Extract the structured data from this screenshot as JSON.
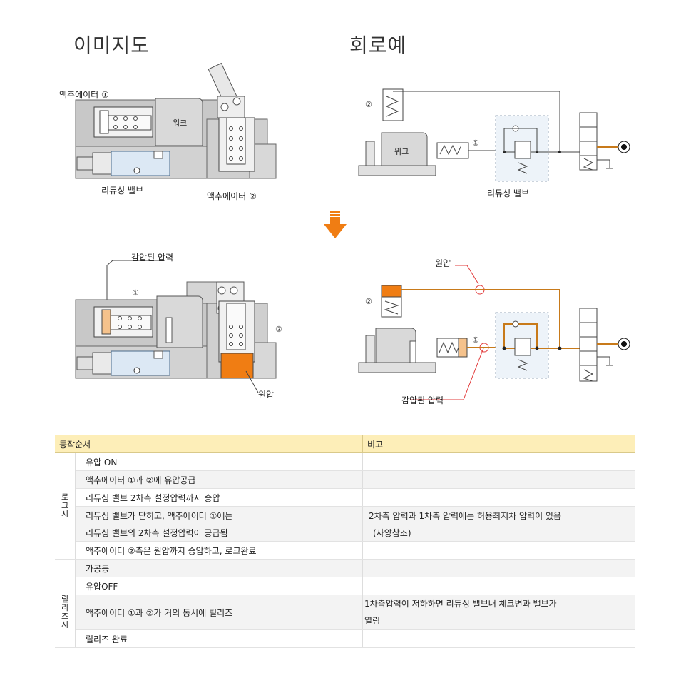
{
  "titles": {
    "image_diagram": "이미지도",
    "circuit_example": "회로예"
  },
  "top_image": {
    "actuator1": "액추에이터 ①",
    "work": "워크",
    "reducing_valve": "리듀싱 밸브",
    "actuator2": "액추에이터 ②"
  },
  "top_circuit": {
    "mark2": "②",
    "work": "워크",
    "mark1": "①",
    "reducing_valve": "리듀싱 밸브"
  },
  "bottom_image": {
    "reduced_pressure": "감압된 압력",
    "mark1": "①",
    "mark2": "②",
    "source_pressure": "원압"
  },
  "bottom_circuit": {
    "source_pressure": "원압",
    "mark2": "②",
    "mark1": "①",
    "reduced_pressure": "감압된 압력"
  },
  "colors": {
    "orange": "#f07d13",
    "light_orange": "#f5c28c",
    "pipe": "#c87a1a",
    "red_line": "#e23b3b",
    "header_bg": "#fdeeb8"
  },
  "table": {
    "header": {
      "sequence": "동작순서",
      "remarks": "비고"
    },
    "groups": [
      {
        "label": "로\n크\n시",
        "rows": [
          {
            "step": "유압 ON",
            "note": ""
          },
          {
            "step": "액추에이터 ①과 ②에 유압공급",
            "note": ""
          },
          {
            "step": "리듀싱 밸브 2차측 설정압력까지 승압",
            "note": ""
          },
          {
            "step_line1": "리듀싱 밸브가 닫히고, 액추에이터 ①에는",
            "step_line2": "리듀싱 밸브의 2차측 설정압력이 공급됨",
            "note_line1": "2차측 압력과 1차측 압력에는 허용최저차 압력이 있음",
            "note_line2": "(사양참조)"
          },
          {
            "step": "액추에이터 ②측은 원압까지 승압하고, 로크완료",
            "note": ""
          }
        ]
      },
      {
        "label": "",
        "rows": [
          {
            "step": "가공등",
            "note": ""
          }
        ]
      },
      {
        "label": "릴\n리\n즈\n시",
        "rows": [
          {
            "step": "유압OFF",
            "note": ""
          },
          {
            "step": "액추에이터 ①과 ②가 거의 동시에 릴리즈",
            "note_line1": "1차측압력이 저하하면 리듀싱 밸브내 체크변과 밸브가",
            "note_line2": "열림"
          },
          {
            "step": "릴리즈 완료",
            "note": ""
          }
        ]
      }
    ]
  }
}
